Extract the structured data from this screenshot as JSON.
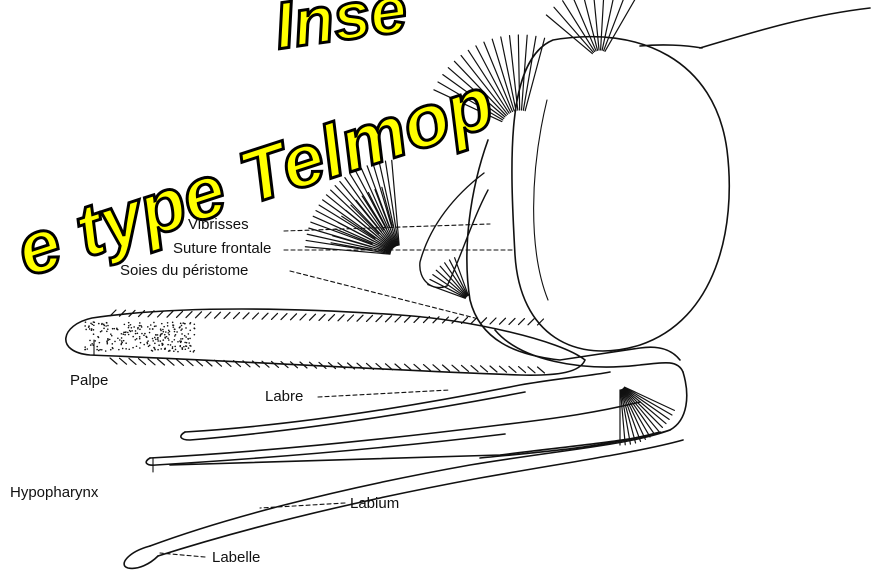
{
  "title": {
    "line1": "Inse",
    "line2": "e type Telmop",
    "fill_color": "#ffff00",
    "stroke_color": "#000000"
  },
  "labels": {
    "vibrisses": "Vibrisses",
    "suture_frontale": "Suture frontale",
    "soies_peristome": "Soies du péristome",
    "palpe": "Palpe",
    "labre": "Labre",
    "hypopharynx": "Hypopharynx",
    "labium": "Labium",
    "labelle": "Labelle"
  }
}
